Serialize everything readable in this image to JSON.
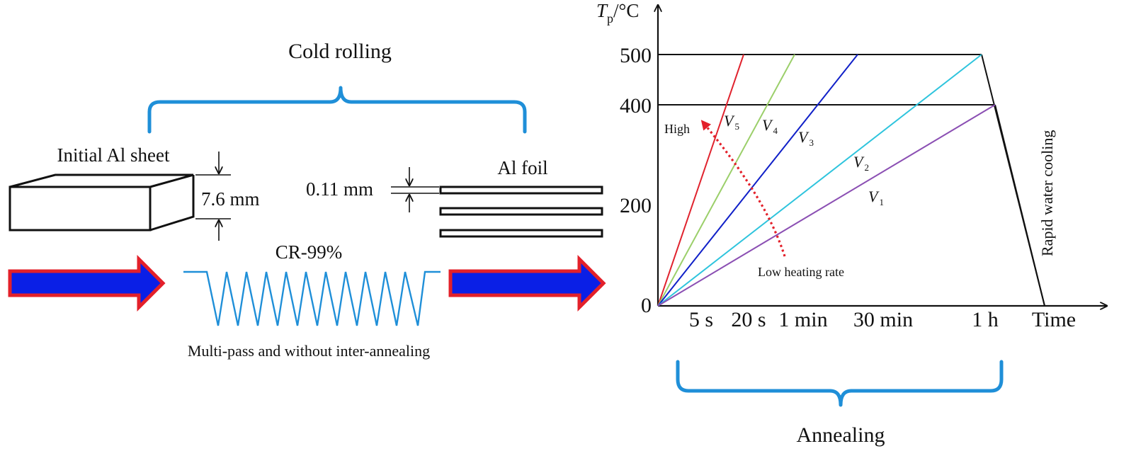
{
  "colors": {
    "brace": "#1f8fd8",
    "arrow_fill": "#0a1fe6",
    "arrow_border": "#e3202a",
    "spring": "#1f8fd8",
    "V1": "#8b4fb3",
    "V2": "#2ec4dd",
    "V3": "#1020c8",
    "V4": "#9bcf6a",
    "V5": "#e0232e",
    "rate_arrow": "#e3202a"
  },
  "rolling": {
    "title": "Cold rolling",
    "initial_label": "Initial Al sheet",
    "thickness_initial": "7.6 mm",
    "foil_label": "Al foil",
    "thickness_foil": "0.11 mm",
    "reduction": "CR-99%",
    "caption": "Multi-pass and without inter-annealing"
  },
  "annealing": {
    "axis_y_symbol": "T",
    "axis_y_subscript": "p",
    "axis_y_unit": "/°C",
    "axis_x_label": "Time",
    "y_ticks": [
      "500",
      "400",
      "200",
      "0"
    ],
    "x_ticks": [
      "5 s",
      "20 s",
      "1 min",
      "30 min",
      "1 h"
    ],
    "cooling_label": "Rapid water cooling",
    "high_label": "High",
    "low_label": "Low heating rate",
    "rate_labels": [
      {
        "symbol": "V",
        "sub": "5"
      },
      {
        "symbol": "V",
        "sub": "4"
      },
      {
        "symbol": "V",
        "sub": "3"
      },
      {
        "symbol": "V",
        "sub": "2"
      },
      {
        "symbol": "V",
        "sub": "1"
      }
    ],
    "section_title": "Annealing"
  }
}
